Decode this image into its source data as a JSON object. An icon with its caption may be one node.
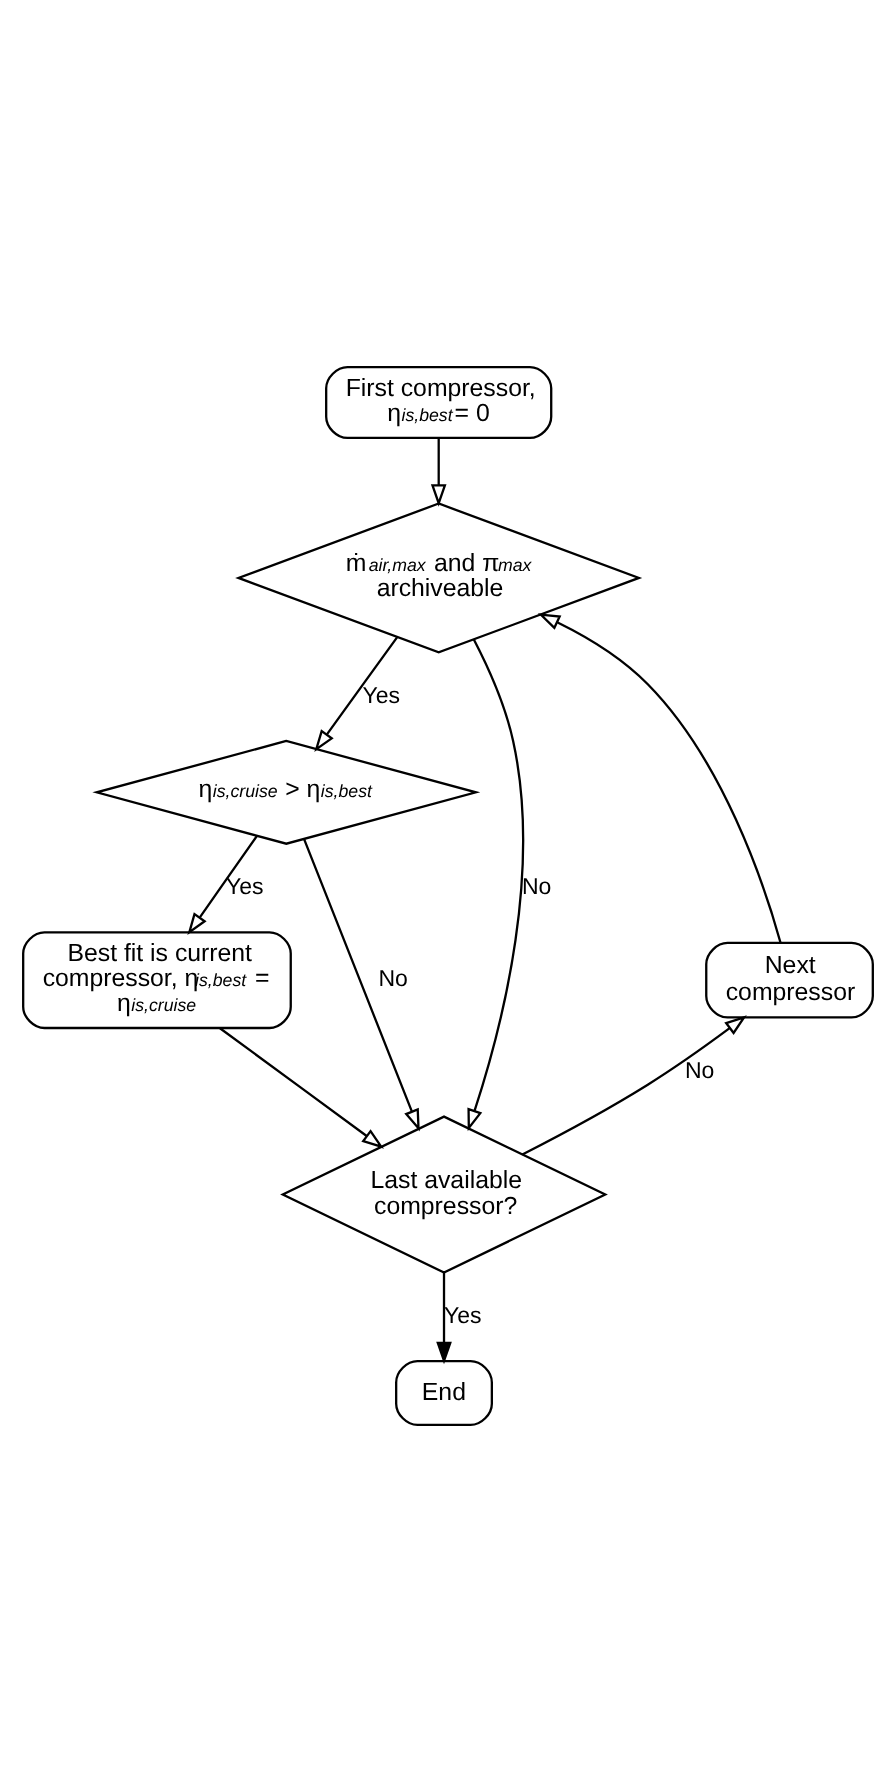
{
  "diagram": {
    "nodes": [
      {
        "text": [
          "First compressor, η$_{is,best}$= 0"
        ]
      },
      {
        "text": [
          "ṁ$_{air,max}$ and π$_{max}$ archiveable"
        ]
      },
      {
        "text": [
          "η$_{is,cruise}$ > η$_{is,best}$"
        ]
      },
      {
        "text": [
          "Best fit is current compressor, η$_{is,best}$ = η$_{is,cruise}$"
        ]
      },
      {
        "text": [
          "Last available compressor?"
        ]
      },
      {
        "text": [
          "Next compressor"
        ]
      },
      {
        "text": [
          "End"
        ]
      }
    ],
    "edges": [
      {
        "from": 0,
        "to": 1,
        "arrow": "to"
      },
      {
        "from": 1,
        "to": 2,
        "arrow": "to",
        "label": "Yes"
      },
      {
        "from": 1,
        "to": 4,
        "arrow": "to",
        "label": "No"
      },
      {
        "from": 2,
        "to": 3,
        "arrow": "to",
        "label": "Yes"
      },
      {
        "from": 2,
        "to": 4,
        "arrow": "to",
        "label": "No"
      },
      {
        "from": 3,
        "to": 4,
        "arrow": "to"
      },
      {
        "from": 4,
        "to": 5,
        "arrow": "to",
        "label": "No"
      },
      {
        "from": 5,
        "to": 1,
        "arrow": "to"
      },
      {
        "from": 4,
        "to": 6,
        "arrow": "to",
        "label": "Yes"
      }
    ]
  }
}
